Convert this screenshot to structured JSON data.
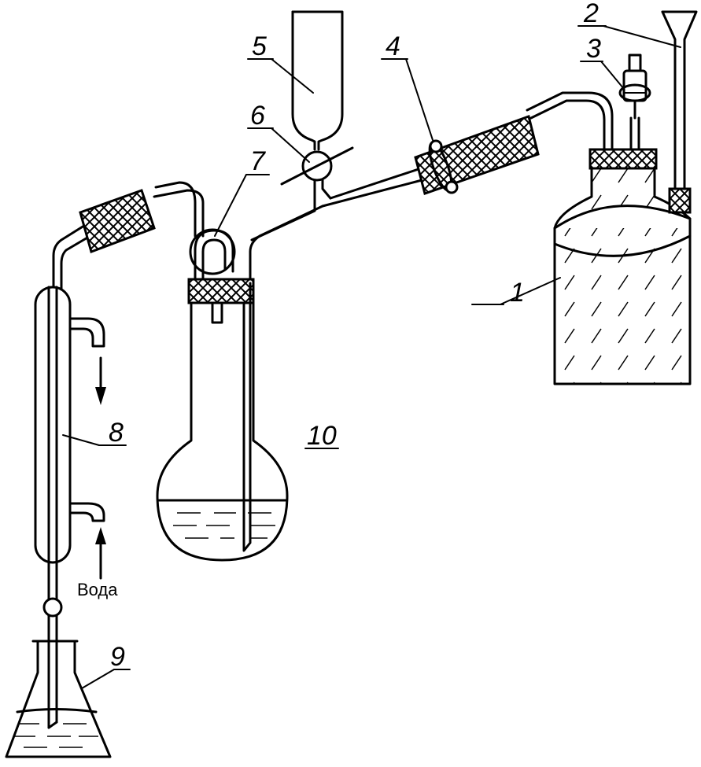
{
  "labels": {
    "l1": "1",
    "l2": "2",
    "l3": "3",
    "l4": "4",
    "l5": "5",
    "l6": "6",
    "l7": "7",
    "l8": "8",
    "l9": "9",
    "l10": "10"
  },
  "water_label": "Вода"
}
